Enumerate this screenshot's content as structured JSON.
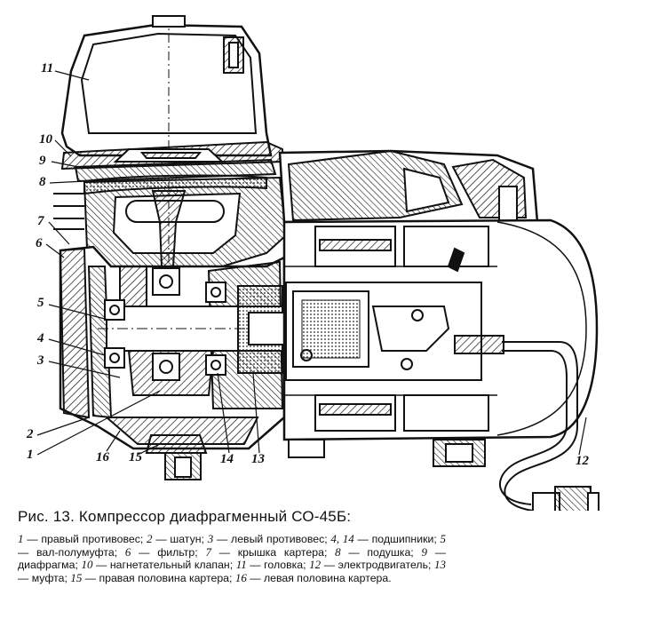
{
  "figure": {
    "callouts": [
      "11",
      "10",
      "9",
      "8",
      "7",
      "6",
      "5",
      "4",
      "3",
      "2",
      "1",
      "16",
      "15",
      "14",
      "13",
      "12"
    ]
  },
  "caption": {
    "title": "Рис. 13. Компрессор диафрагменный СО-45Б:",
    "legend": [
      {
        "n": "1",
        "t": " — правый противовес; "
      },
      {
        "n": "2",
        "t": " — шатун; "
      },
      {
        "n": "3",
        "t": " — левый противовес; "
      },
      {
        "n": "4, 14",
        "t": " — подшипники; "
      },
      {
        "n": "5",
        "t": " — вал-полумуфта; "
      },
      {
        "n": "6",
        "t": " — фильтр; "
      },
      {
        "n": "7",
        "t": " — крышка картера; "
      },
      {
        "n": "8",
        "t": " — подушка; "
      },
      {
        "n": "9",
        "t": " — диафрагма; "
      },
      {
        "n": "10",
        "t": " — нагнетательный клапан; "
      },
      {
        "n": "11",
        "t": " — головка; "
      },
      {
        "n": "12",
        "t": " — электродвигатель; "
      },
      {
        "n": "13",
        "t": " — муфта; "
      },
      {
        "n": "15",
        "t": " — правая половина картера; "
      },
      {
        "n": "16",
        "t": " — левая половина картера."
      }
    ]
  }
}
